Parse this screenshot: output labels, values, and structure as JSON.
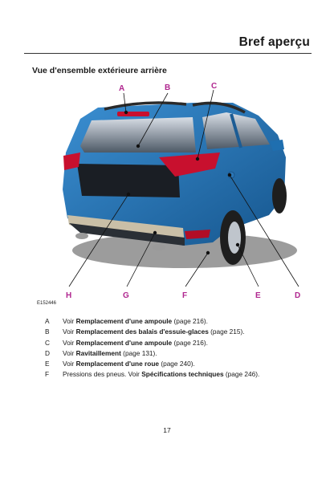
{
  "header": {
    "title": "Bref aperçu"
  },
  "section": {
    "title": "Vue d'ensemble extérieure arrière"
  },
  "figure": {
    "code": "E152446",
    "callouts": {
      "A": "A",
      "B": "B",
      "C": "C",
      "D": "D",
      "E": "E",
      "F": "F",
      "G": "G",
      "H": "H"
    },
    "colors": {
      "callout": "#b0268f",
      "body": "#1f6fb0",
      "bumper": "#c9bfa7",
      "tail_light": "#c8102e"
    }
  },
  "legend": [
    {
      "letter": "A",
      "pre": "Voir ",
      "bold": "Remplacement d'une ampoule",
      "post": " (page 216)."
    },
    {
      "letter": "B",
      "pre": "Voir ",
      "bold": "Remplacement des balais d'essuie-glaces",
      "post": " (page 215)."
    },
    {
      "letter": "C",
      "pre": "Voir ",
      "bold": "Remplacement d'une ampoule",
      "post": " (page 216)."
    },
    {
      "letter": "D",
      "pre": "Voir ",
      "bold": "Ravitaillement",
      "post": " (page 131)."
    },
    {
      "letter": "E",
      "pre": "Voir ",
      "bold": "Remplacement d'une roue",
      "post": " (page 240)."
    },
    {
      "letter": "F",
      "pre": "Pressions des pneus.  Voir ",
      "bold": "Spécifications techniques",
      "post": " (page 246)."
    }
  ],
  "footer": {
    "page_number": "17"
  }
}
